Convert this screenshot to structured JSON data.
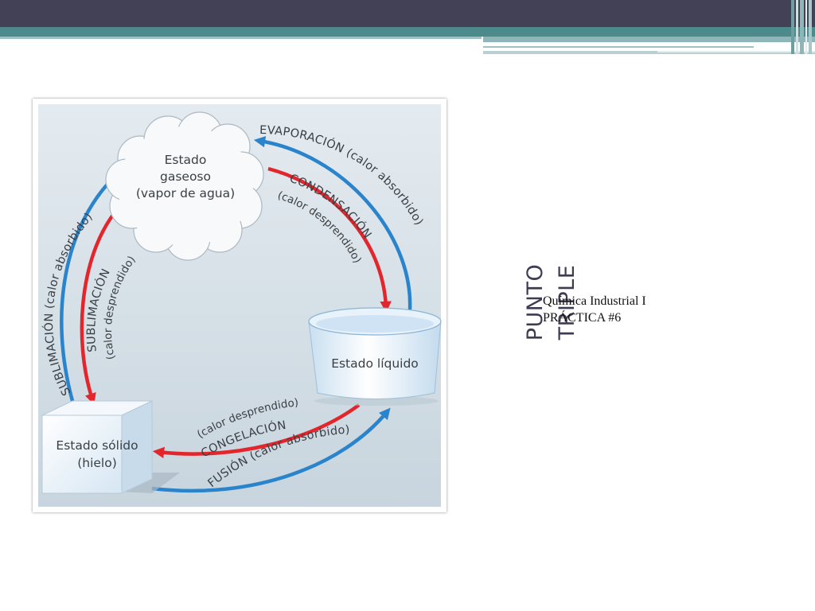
{
  "slide": {
    "title": "PUNTO TRIPLE",
    "subtitle_line1": "Química Industrial I",
    "subtitle_line2": "PRÁCTICA #6"
  },
  "diagram": {
    "gas_line1": "Estado",
    "gas_line2": "gaseoso",
    "gas_line3": "(vapor de agua)",
    "liquid_label": "Estado líquido",
    "solid_line1": "Estado sólido",
    "solid_line2": "(hielo)",
    "evaporacion": "EVAPORACIÓN (calor absorbido)",
    "condensacion": "CONDENSACIÓN",
    "condensacion_sub": "(calor desprendido)",
    "sublimacion_outer": "SUBLIMACIÓN (calor absorbido)",
    "sublimacion_inner": "SUBLIMACIÓN",
    "sublimacion_inner_sub": "(calor desprendido)",
    "congelacion_sub": "(calor desprendido)",
    "congelacion": "CONGELACIÓN",
    "fusion": "FUSIÓN (calor absorbido)"
  },
  "colors": {
    "header_dark": "#424155",
    "header_teal": "#4c8a8c",
    "arrow_blue": "#2a84cc",
    "arrow_red": "#e2262c",
    "panel_bg": "#d5dfe6"
  }
}
